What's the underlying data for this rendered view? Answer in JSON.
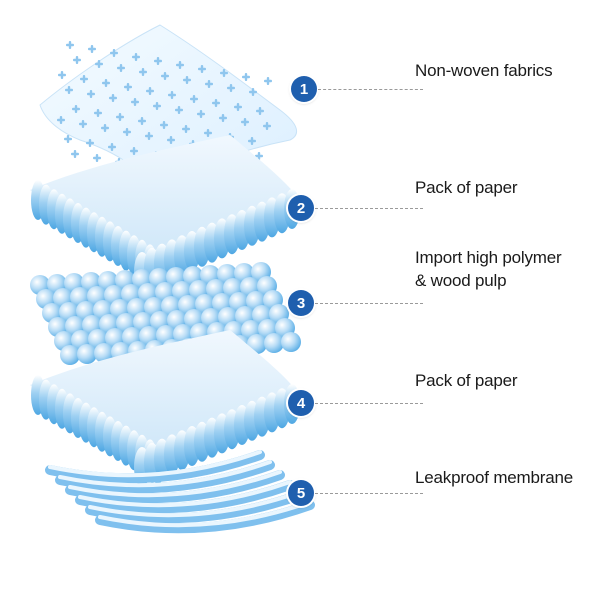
{
  "layers": [
    {
      "number": "1",
      "label": "Non-woven fabrics",
      "icon": "non-woven-sheet-icon"
    },
    {
      "number": "2",
      "label": "Pack of paper",
      "icon": "paper-roll-layer-icon"
    },
    {
      "number": "3",
      "label_line1": "Import high polymer",
      "label_line2": "& wood pulp",
      "icon": "polymer-bead-layer-icon"
    },
    {
      "number": "4",
      "label": "Pack of paper",
      "icon": "paper-roll-layer-icon"
    },
    {
      "number": "5",
      "label": "Leakproof membrane",
      "icon": "membrane-layer-icon"
    }
  ],
  "colors": {
    "badge": "#1f5fae",
    "layer_light": "#eef7fd",
    "layer_mid": "#a9d5f3",
    "layer_dark": "#5aaee6",
    "leader": "#9a9a9a",
    "text": "#1a1a1a"
  }
}
